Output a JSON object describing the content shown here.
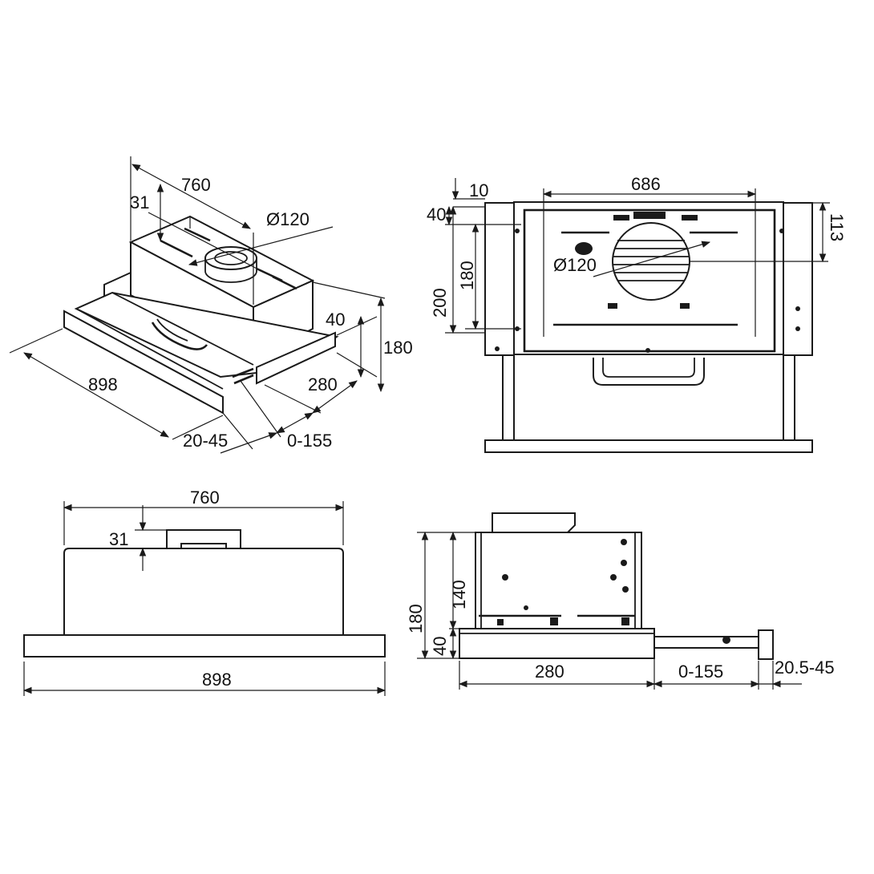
{
  "iso_view": {
    "width_top": "760",
    "duct_offset": "31",
    "duct_diameter": "Ø120",
    "front_height": "40",
    "total_height": "180",
    "width_bottom": "898",
    "depth": "280",
    "handle_projection": "20-45",
    "slide_travel": "0-155"
  },
  "front_view": {
    "top_gap": "10",
    "inner_width": "686",
    "top_offset": "40",
    "inner_height": "180",
    "outer_height": "200",
    "duct_diameter": "Ø120",
    "side_height": "113"
  },
  "plan_view": {
    "body_width": "760",
    "duct_offset": "31",
    "panel_width": "898"
  },
  "side_view": {
    "total_height": "180",
    "body_height": "140",
    "base_height": "40",
    "depth": "280",
    "slide_travel": "0-155",
    "handle_projection": "20.5-45"
  }
}
